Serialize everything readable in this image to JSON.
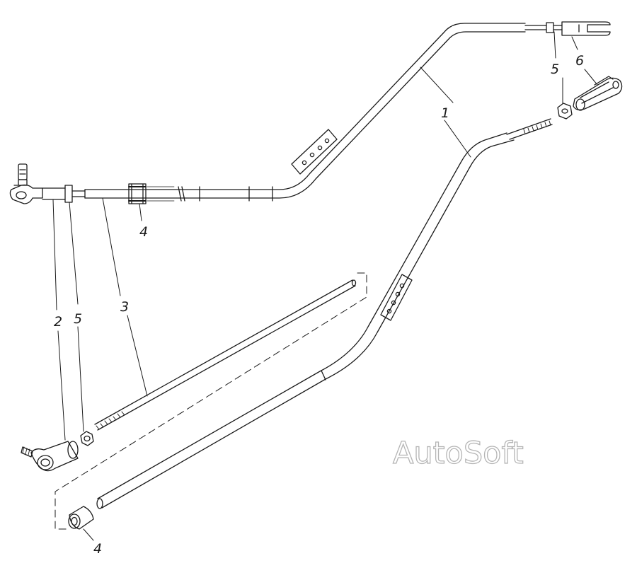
{
  "labels": {
    "part_1": "1",
    "part_2": "2",
    "part_3": "3",
    "part_4_top": "4",
    "part_4_bottom": "4",
    "part_5_left": "5",
    "part_5_right": "5",
    "part_6": "6"
  },
  "watermark": "AutoSoft"
}
